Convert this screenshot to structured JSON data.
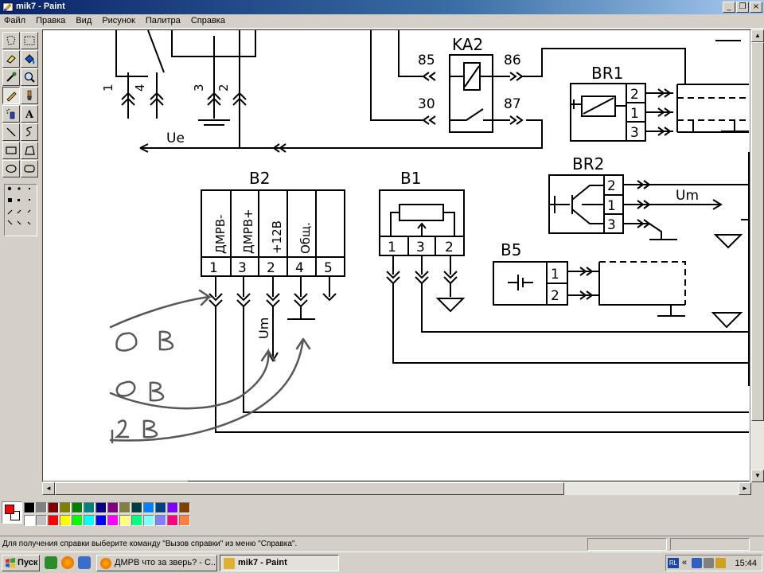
{
  "window": {
    "title": "mik7 - Paint",
    "buttons": {
      "minimize": "_",
      "restore": "❐",
      "close": "×"
    }
  },
  "menu": [
    "Файл",
    "Правка",
    "Вид",
    "Рисунок",
    "Палитра",
    "Справка"
  ],
  "tools": [
    {
      "name": "free-select-icon",
      "active": false
    },
    {
      "name": "rect-select-icon",
      "active": false
    },
    {
      "name": "eraser-icon",
      "active": false
    },
    {
      "name": "fill-icon",
      "active": false
    },
    {
      "name": "color-picker-icon",
      "active": false
    },
    {
      "name": "magnifier-icon",
      "active": false
    },
    {
      "name": "pencil-icon",
      "active": true
    },
    {
      "name": "brush-icon",
      "active": false
    },
    {
      "name": "airbrush-icon",
      "active": false
    },
    {
      "name": "text-icon",
      "active": false
    },
    {
      "name": "line-icon",
      "active": false
    },
    {
      "name": "curve-icon",
      "active": false
    },
    {
      "name": "rectangle-icon",
      "active": false
    },
    {
      "name": "polygon-icon",
      "active": false
    },
    {
      "name": "ellipse-icon",
      "active": false
    },
    {
      "name": "rounded-rect-icon",
      "active": false
    }
  ],
  "drawing": {
    "top_left_pins": [
      "1",
      "4",
      "3",
      "2"
    ],
    "ue_label": "Ue",
    "ka2": {
      "label": "KA2",
      "pins": [
        "85",
        "86",
        "30",
        "87"
      ]
    },
    "br1": {
      "label": "BR1",
      "pins": [
        "2",
        "1",
        "3"
      ]
    },
    "br2": {
      "label": "BR2",
      "pins": [
        "2",
        "1",
        "3"
      ],
      "signal": "Um"
    },
    "b2": {
      "label": "B2",
      "columns": [
        "ДМРВ-",
        "ДМРВ+",
        "+12В",
        "Общ.",
        ""
      ],
      "pins": [
        "1",
        "3",
        "2",
        "4",
        "5"
      ]
    },
    "b1": {
      "label": "B1",
      "pins": [
        "1",
        "3",
        "2"
      ]
    },
    "b5": {
      "label": "B5",
      "pins": [
        "1",
        "2"
      ]
    },
    "um_label": "Um",
    "handwritten": [
      "0 В",
      "0 В",
      "2 В"
    ]
  },
  "colors": {
    "fg": "#ff0000",
    "bg": "#ffffff",
    "palette_row1": [
      "#000000",
      "#808080",
      "#800000",
      "#808000",
      "#008000",
      "#008080",
      "#000080",
      "#800080",
      "#808040",
      "#004040",
      "#0080ff",
      "#004080",
      "#8000ff",
      "#804000"
    ],
    "palette_row2": [
      "#ffffff",
      "#c0c0c0",
      "#ff0000",
      "#ffff00",
      "#00ff00",
      "#00ffff",
      "#0000ff",
      "#ff00ff",
      "#ffff80",
      "#00ff80",
      "#80ffff",
      "#8080ff",
      "#ff0080",
      "#ff8040"
    ]
  },
  "status": {
    "text": "Для получения справки выберите команду \"Вызов справки\" из меню \"Справка\"."
  },
  "taskbar": {
    "start": "Пуск",
    "tasks": [
      {
        "label": "ДМРВ что за зверь? - С...",
        "active": false
      },
      {
        "label": "mik7 - Paint",
        "active": true
      }
    ],
    "tray": {
      "lang": "RL",
      "chevron": "«",
      "clock": "15:44"
    }
  }
}
